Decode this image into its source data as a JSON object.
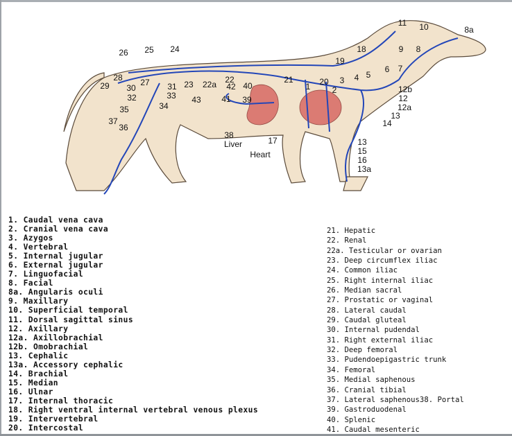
{
  "diagram": {
    "labels": {
      "l11": "11",
      "l10": "10",
      "l8a": "8a",
      "l18": "18",
      "l9": "9",
      "l8": "8",
      "l26": "26",
      "l25": "25",
      "l24": "24",
      "l19": "19",
      "l7": "7",
      "l6": "6",
      "l5": "5",
      "l4": "4",
      "l3": "3",
      "l20": "20",
      "l28": "28",
      "l27": "27",
      "l22": "22",
      "l21": "21",
      "l29": "29",
      "l30": "30",
      "l31": "31",
      "l23": "23",
      "l22a": "22a",
      "l42": "42",
      "l40": "40",
      "l1": "1",
      "l2": "2",
      "l12b": "12b",
      "l32": "32",
      "l33": "33",
      "l43": "43",
      "l41": "41",
      "l39": "39",
      "l12": "12",
      "l35": "35",
      "l34": "34",
      "l12a": "12a",
      "l13a_upper": "13",
      "l37": "37",
      "l36": "36",
      "l14": "14",
      "l38": "38",
      "liver": "Liver",
      "l17": "17",
      "heart": "Heart",
      "l13_lower": "13",
      "l15": "15",
      "l16": "16",
      "l13a": "13a"
    },
    "colors": {
      "vein": "#2346b8",
      "body": "#f2e3cc",
      "outline": "#5a4a3a",
      "organ": "#d9706a"
    }
  },
  "legend_left": [
    "1. Caudal vena cava",
    "2. Cranial vena cava",
    "3. Azygos",
    "4. Vertebral",
    "5. Internal jugular",
    "6. External jugular",
    "7. Linguofacial",
    "8. Facial",
    "8a. Angularis oculi",
    "9. Maxillary",
    "10. Superficial temporal",
    "11. Dorsal sagittal sinus",
    "12. Axillary",
    "12a. Axillobrachial",
    "12b. Omobrachial",
    "13. Cephalic",
    "13a. Accessory cephalic",
    "14. Brachial",
    "15. Median",
    "16. Ulnar",
    "17. Internal thoracic",
    "18. Right ventral internal vertebral venous plexus",
    "19. Intervertebral",
    "20. Intercostal"
  ],
  "legend_right": [
    "21. Hepatic",
    "22. Renal",
    "22a. Testicular or ovarian",
    "23. Deep circumflex iliac",
    "24. Common iliac",
    "25. Right internal iliac",
    "26. Median sacral",
    "27. Prostatic or vaginal",
    "28. Lateral caudal",
    "29. Caudal gluteal",
    "30. Internal pudendal",
    "31. Right external iliac",
    "32. Deep femoral",
    "33. Pudendoepigastric trunk",
    "34. Femoral",
    "35. Medial saphenous",
    "36. Cranial tibial",
    "37. Lateral saphenous38. Portal",
    "39. Gastroduodenal",
    "40. Splenic",
    "41. Caudal mesenteric"
  ]
}
